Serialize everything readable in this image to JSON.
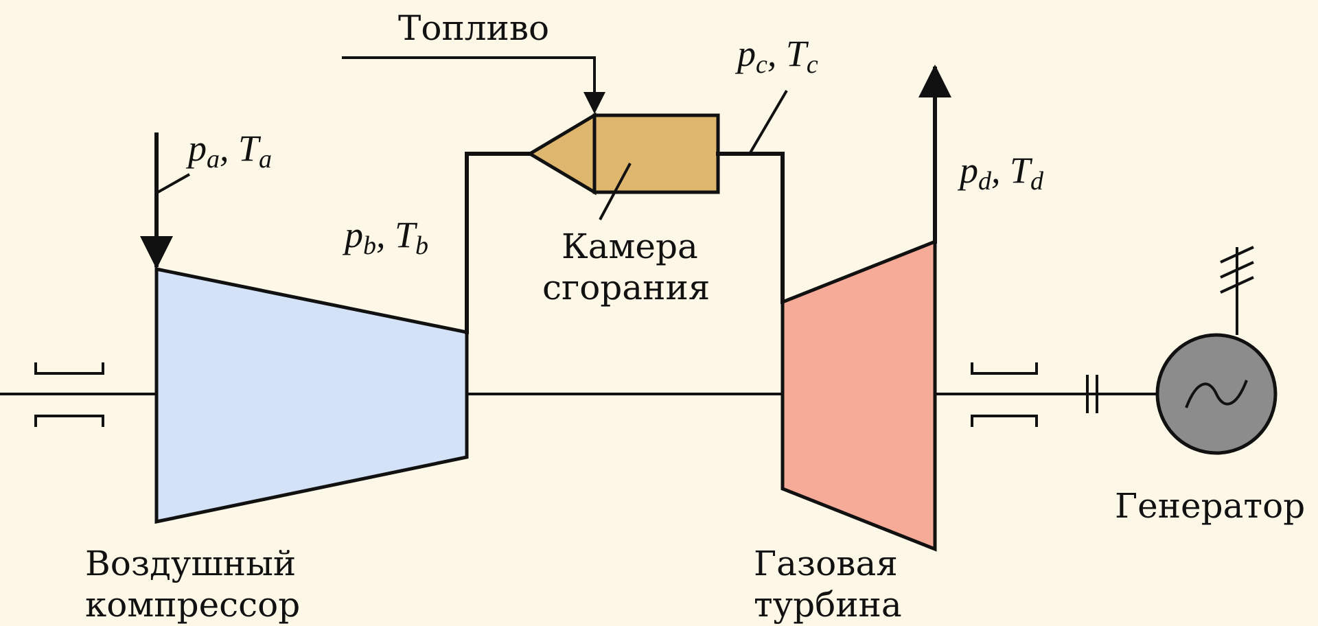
{
  "labels": {
    "fuel": "Топливо",
    "combustion_line1": "Камера",
    "combustion_line2": "сгорания",
    "compressor_line1": "Воздушный",
    "compressor_line2": "компрессор",
    "turbine_line1": "Газовая",
    "turbine_line2": "турбина",
    "generator": "Генератор"
  },
  "states": {
    "a": {
      "p": "p",
      "p_sub": "a",
      "sep": ", ",
      "t": "T",
      "t_sub": "a"
    },
    "b": {
      "p": "p",
      "p_sub": "b",
      "sep": ", ",
      "t": "T",
      "t_sub": "b"
    },
    "c": {
      "p": "p",
      "p_sub": "c",
      "sep": ", ",
      "t": "T",
      "t_sub": "c"
    },
    "d": {
      "p": "p",
      "p_sub": "d",
      "sep": ", ",
      "t": "T",
      "t_sub": "d"
    }
  },
  "colors": {
    "background": "#fcf7e6",
    "compressor": "#d4e2f8",
    "combustion_chamber": "#dfb66e",
    "turbine": "#f6aa98",
    "generator": "#8c8c8c",
    "line": "#111111"
  },
  "icons": {
    "bearing": "bearing-bracket-icon",
    "coupling": "coupling-icon",
    "generator": "generator-sine-icon",
    "ground": "ground-icon"
  }
}
